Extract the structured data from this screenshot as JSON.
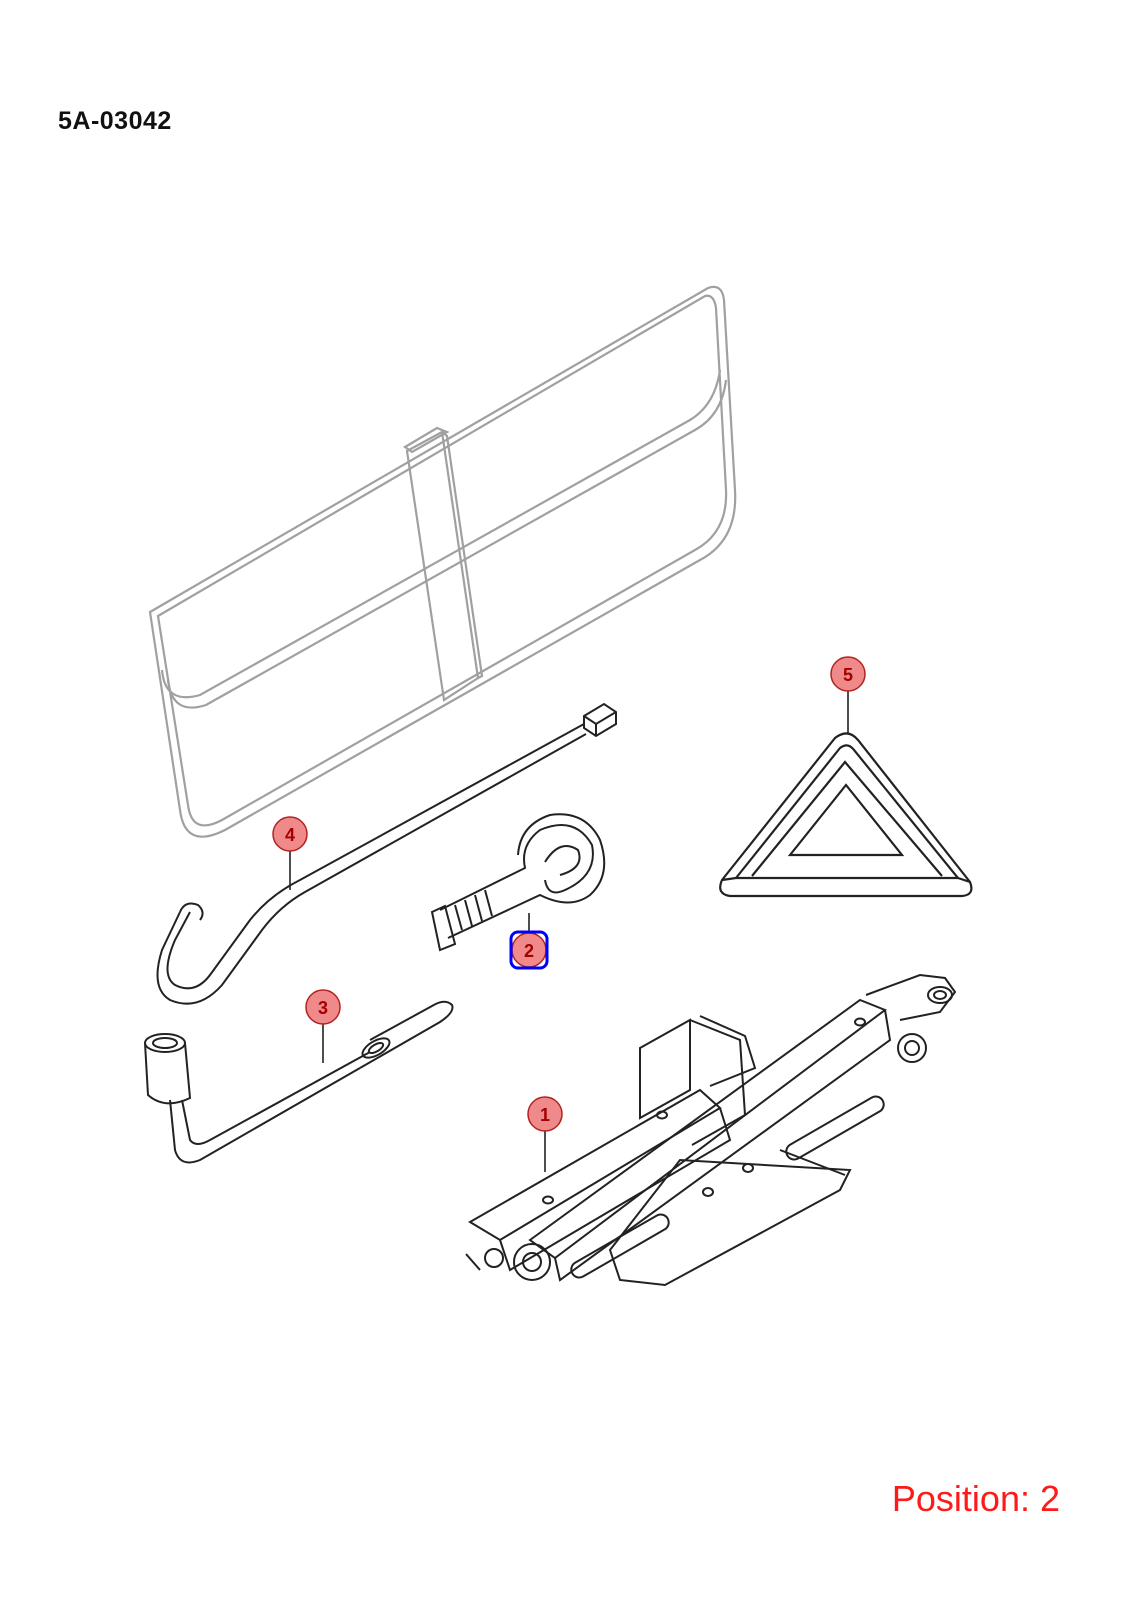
{
  "diagram": {
    "code": "5A-03042",
    "position_label": "Position: 2",
    "selected_position": "2"
  },
  "callouts": [
    {
      "id": "1",
      "part": "scissor-jack"
    },
    {
      "id": "2",
      "part": "towing-eye"
    },
    {
      "id": "3",
      "part": "wheel-wrench"
    },
    {
      "id": "4",
      "part": "jack-handle"
    },
    {
      "id": "5",
      "part": "warning-triangle"
    }
  ],
  "colors": {
    "callout_fill": "#f08a8a",
    "callout_stroke": "#b22222",
    "selected_outline": "#0000ff",
    "position_text": "#ff1a1a",
    "pouch_stroke": "#a0a0a0",
    "line_stroke": "#222222"
  }
}
